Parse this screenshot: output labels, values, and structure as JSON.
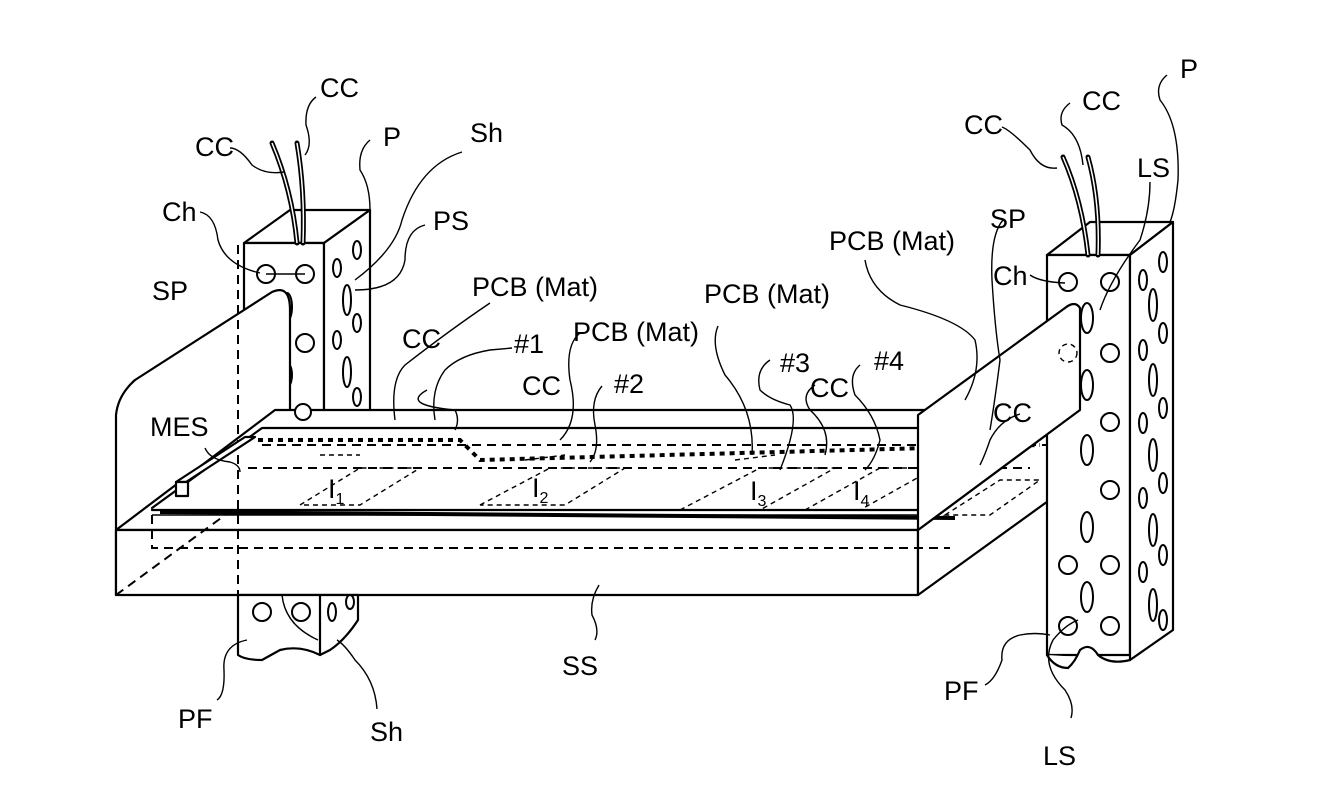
{
  "figure": {
    "description": "Perspective patent drawing of a shelf with PCB mats and indicator lamps mounted between two perforated posts",
    "labels": {
      "cc_left_1": "CC",
      "cc_left_2": "CC",
      "p_left": "P",
      "sh_top": "Sh",
      "ch_left": "Ch",
      "ps": "PS",
      "sp_left": "SP",
      "pcb_mat_1": "PCB (Mat)",
      "cc_mid_1": "CC",
      "num_1": "#1",
      "pcb_mat_2": "PCB (Mat)",
      "cc_mid_2": "CC",
      "num_2": "#2",
      "pcb_mat_3": "PCB (Mat)",
      "num_3": "#3",
      "cc_mid_3": "CC",
      "num_4": "#4",
      "mes": "MES",
      "i1": "I",
      "i1_sub": "1",
      "i2": "I",
      "i2_sub": "2",
      "i3": "I",
      "i3_sub": "3",
      "i4": "I",
      "i4_sub": "4",
      "pcb_mat_4": "PCB (Mat)",
      "sp_right": "SP",
      "cc_right_1": "CC",
      "cc_right_2": "CC",
      "p_right": "P",
      "ls_top": "LS",
      "ch_right": "Ch",
      "cc_right_3": "CC",
      "ss": "SS",
      "pf_left": "PF",
      "sh_bottom": "Sh",
      "pf_right": "PF",
      "ls_bottom": "LS"
    }
  }
}
